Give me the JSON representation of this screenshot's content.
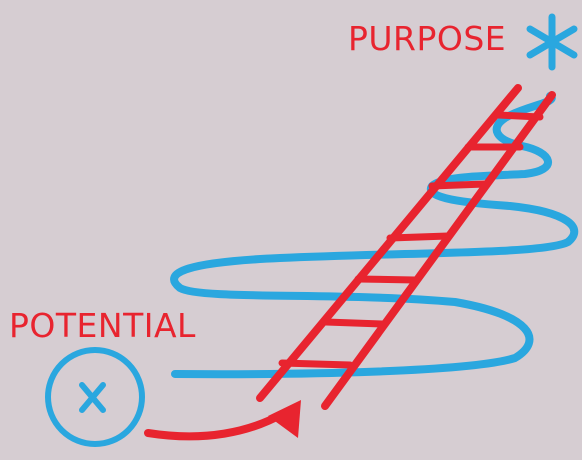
{
  "labels": {
    "purpose": "PURPOSE",
    "potential": "POTENTIAL"
  },
  "icons": {
    "goal": "asterisk-icon",
    "start": "circled-x-icon",
    "connector": "curved-arrow-icon",
    "ladder": "ladder-icon",
    "path": "spiral-path-icon"
  },
  "colors": {
    "background": "#d6cdd2",
    "label_text": "#e8242f",
    "red": "#e8242f",
    "blue": "#2aa7df"
  },
  "ladder": {
    "rungs": 7
  }
}
